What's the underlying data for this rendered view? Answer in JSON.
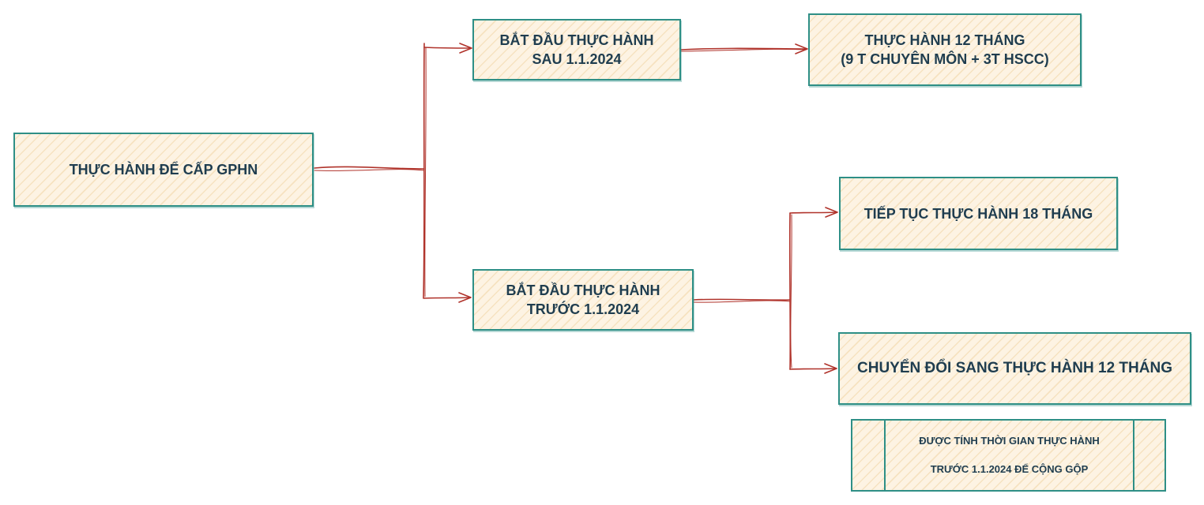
{
  "colors": {
    "node_border": "#2e8f86",
    "node_fill": "#fdf3e3",
    "hatch": "#eece96",
    "text": "#1f3d4f",
    "arrow": "#b0332b"
  },
  "nodes": {
    "root": {
      "lines": [
        "THỰC HÀNH ĐỂ CẤP GPHN"
      ]
    },
    "after": {
      "lines": [
        "BẮT ĐẦU THỰC HÀNH",
        "SAU 1.1.2024"
      ]
    },
    "twelve": {
      "lines": [
        "THỰC HÀNH 12 THÁNG",
        "(9 T CHUYÊN MÔN + 3T HSCC)"
      ]
    },
    "before": {
      "lines": [
        "BẮT ĐẦU THỰC HÀNH",
        "TRƯỚC 1.1.2024"
      ]
    },
    "eighteen": {
      "lines": [
        "TIẾP TỤC THỰC HÀNH 18 THÁNG"
      ]
    },
    "convert": {
      "lines": [
        "CHUYỂN ĐỔI SANG THỰC HÀNH 12 THÁNG"
      ]
    }
  },
  "note": {
    "lines": [
      "ĐƯỢC TÍNH THỜI GIAN THỰC HÀNH",
      "TRƯỚC 1.1.2024 ĐỂ CỘNG GỘP"
    ]
  },
  "connectors": [
    {
      "from": "root",
      "to": "after"
    },
    {
      "from": "root",
      "to": "before"
    },
    {
      "from": "after",
      "to": "twelve"
    },
    {
      "from": "before",
      "to": "eighteen"
    },
    {
      "from": "before",
      "to": "convert"
    }
  ]
}
